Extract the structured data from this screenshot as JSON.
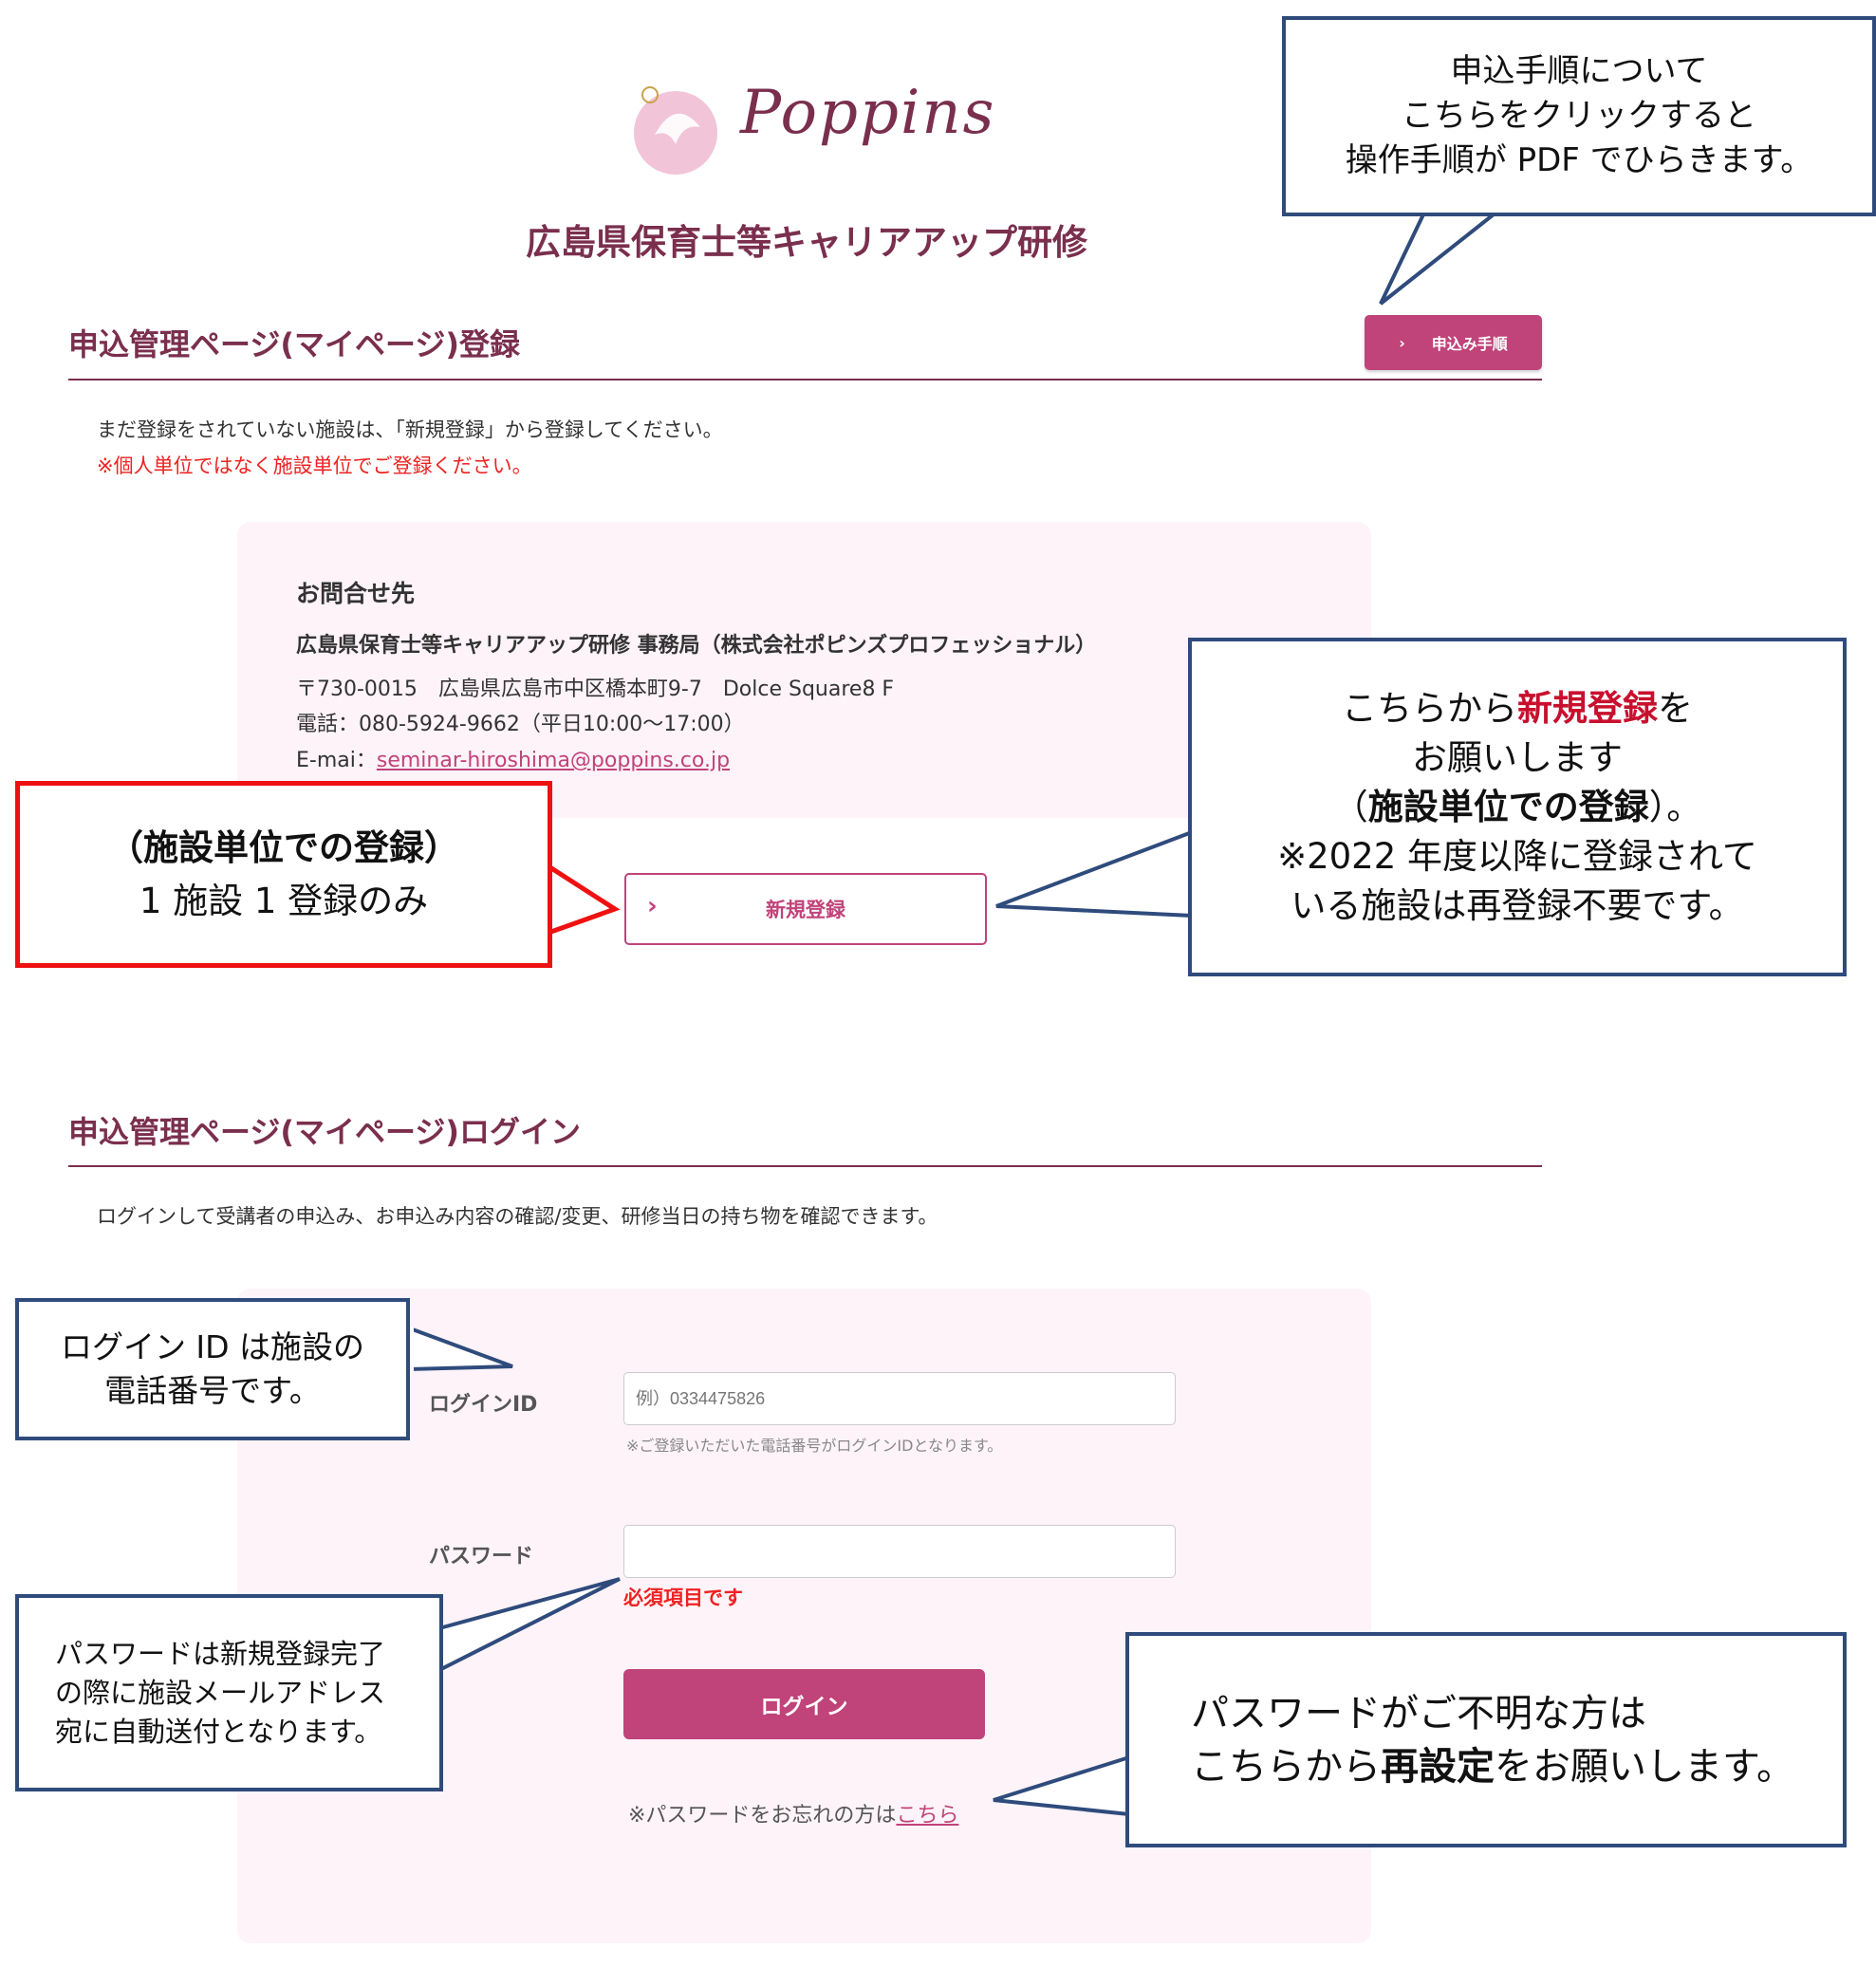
{
  "header": {
    "logo_text": "Poppins",
    "site_title": "広島県保育士等キャリアアップ研修"
  },
  "register": {
    "heading": "申込管理ページ(マイページ)登録",
    "procedure_button": "申込み手順",
    "note": "まだ登録をされていない施設は、「新規登録」から登録してください。",
    "note_warning": "※個人単位ではなく施設単位でご登録ください。",
    "contact": {
      "title": "お問合せ先",
      "org": "広島県保育士等キャリアアップ研修 事務局（株式会社ポピンズプロフェッショナル）",
      "address": "〒730-0015　広島県広島市中区橋本町9-7　Dolce Square8 F",
      "phone": "電話：080-5924-9662（平日10:00〜17:00）",
      "email_label": "E-mai：",
      "email": "seminar-hiroshima@poppins.co.jp"
    },
    "new_button": "新規登録"
  },
  "login": {
    "heading": "申込管理ページ(マイページ)ログイン",
    "note": "ログインして受講者の申込み、お申込み内容の確認/変更、研修当日の持ち物を確認できます。",
    "id_label": "ログインID",
    "id_placeholder": "例）0334475826",
    "id_hint": "※ご登録いただいた電話番号がログインIDとなります。",
    "password_label": "パスワード",
    "password_value": "",
    "required_msg": "必須項目です",
    "login_button": "ログイン",
    "forgot_text": "※パスワードをお忘れの方は",
    "forgot_link": "こちら"
  },
  "callouts": {
    "procedure": [
      "申込手順について",
      "こちらをクリックすると",
      "操作手順が PDF でひらきます。"
    ],
    "unit": {
      "line1": "（施設単位での登録）",
      "line2": "1 施設 1 登録のみ"
    },
    "new": {
      "l1a": "こちらから",
      "l1b": "新規登録",
      "l1c": "を",
      "l2": "お願いします",
      "l3a": "（",
      "l3b": "施設単位での登録",
      "l3c": "）。",
      "l4": "※2022 年度以降に登録されて",
      "l5": "いる施設は再登録不要です。"
    },
    "login_id": [
      "ログイン ID は施設の",
      "電話番号です。"
    ],
    "password": [
      "パスワードは新規登録完了",
      "の際に施設メールアドレス",
      "宛に自動送付となります。"
    ],
    "reset": {
      "l1": "パスワードがご不明な方は",
      "l2a": "こちらから",
      "l2b": "再設定",
      "l2c": "をお願いします。"
    }
  },
  "colors": {
    "brand": "#7a2f4d",
    "accent": "#c0437a",
    "callout_blue": "#2f4b7c",
    "callout_red": "#e11111"
  }
}
